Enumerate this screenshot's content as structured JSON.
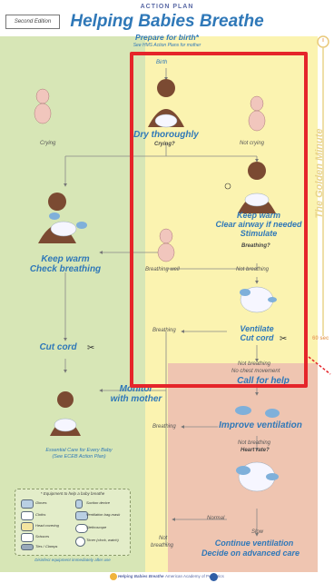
{
  "header": {
    "edition": "Second Edition",
    "plan_label": "ACTION PLAN",
    "title": "Helping Babies Breathe",
    "subtitle": "Prepare for birth*",
    "subnote": "See HMS Action Plans for mother"
  },
  "zones": {
    "green": "#d7e6b6",
    "yellow": "#fbf3b0",
    "red": "#efc5b1",
    "highlight": "#e5252a"
  },
  "flow": {
    "birth": "Birth",
    "dry": "Dry thoroughly",
    "crying_q": "Crying?",
    "crying": "Crying",
    "not_crying": "Not crying",
    "keep_warm_1": "Keep warm",
    "clear_airway": "Clear airway if needed",
    "stimulate": "Stimulate",
    "breathing_q": "Breathing?",
    "keep_warm_2": "Keep warm",
    "check_breathing": "Check breathing",
    "breathing_well": "Breathing well",
    "not_breathing_1": "Not breathing",
    "breathing_1": "Breathing",
    "ventilate": "Ventilate",
    "cut_cord_1": "Cut cord",
    "cut_cord_2": "Cut cord",
    "not_breathing_2": "Not breathing",
    "no_chest": "No chest movement",
    "call_help": "Call for help",
    "monitor": "Monitor",
    "with_mother": "with mother",
    "breathing_2": "Breathing",
    "improve": "Improve ventilation",
    "not_breathing_3": "Not breathing",
    "heart_rate_q": "Heart rate?",
    "normal": "Normal",
    "slow": "Slow",
    "not": "Not",
    "breathing_3": "breathing",
    "continue": "Continue ventilation",
    "decide": "Decide on advanced care",
    "essential_1": "Essential Care for Every Baby",
    "essential_2": "(See ECEB Action Plan)"
  },
  "side": {
    "golden_minute": "The Golden Minute",
    "sixty_sec": "60 sec"
  },
  "equipment": {
    "title": "* Equipment to help a baby breathe",
    "items": [
      "Gloves",
      "Suction device",
      "Cloths",
      "Ventilation bag-mask",
      "Head covering",
      "Stethoscope",
      "Scissors",
      "Timer (clock, watch)",
      "Ties / Clamps"
    ],
    "note": "Disinfect equipment immediately after use"
  },
  "footer": {
    "hbb": "Helping Babies Breathe",
    "aap": "American Academy of Pediatrics"
  },
  "icons": [
    "baby-icon",
    "mother-icon",
    "scissors-icon",
    "clock-icon",
    "stethoscope-icon",
    "bag-mask-icon"
  ]
}
